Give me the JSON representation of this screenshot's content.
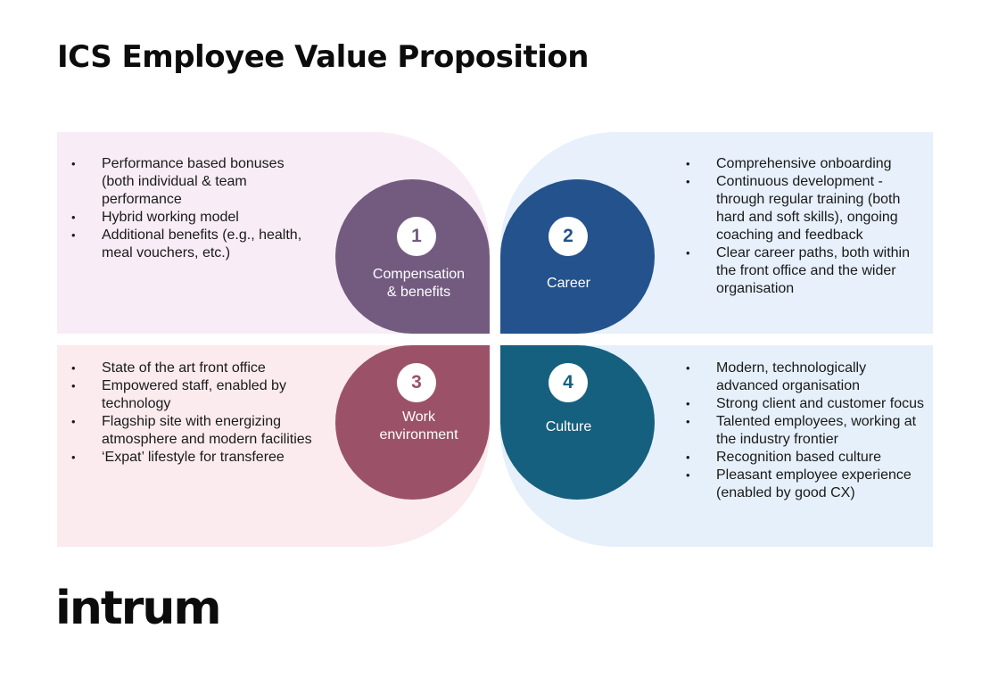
{
  "title": "ICS Employee Value Proposition",
  "logo": "intrum",
  "colors": {
    "compensation": "#735b80",
    "career": "#24528c",
    "work_environment": "#9b5268",
    "culture": "#16607f"
  },
  "quadrants": [
    {
      "number": "1",
      "label": "Compensation\n& benefits",
      "bullets": [
        "Performance based bonuses (both individual & team performance",
        "Hybrid working model",
        "Additional benefits (e.g., health, meal vouchers, etc.)"
      ]
    },
    {
      "number": "2",
      "label": "Career",
      "bullets": [
        "Comprehensive onboarding",
        "Continuous development - through regular training (both hard and soft skills), ongoing coaching and feedback",
        "Clear career paths, both within the front office and the wider organisation"
      ]
    },
    {
      "number": "3",
      "label": "Work\nenvironment",
      "bullets": [
        "State of the art front office",
        "Empowered staff, enabled by technology",
        "Flagship site with energizing atmosphere and modern facilities",
        "‘Expat’ lifestyle for transferee"
      ]
    },
    {
      "number": "4",
      "label": "Culture",
      "bullets": [
        "Modern, technologically advanced organisation",
        "Strong client and customer focus",
        "Talented employees, working at the industry frontier",
        "Recognition based culture",
        "Pleasant employee experience (enabled by good CX)"
      ]
    }
  ]
}
